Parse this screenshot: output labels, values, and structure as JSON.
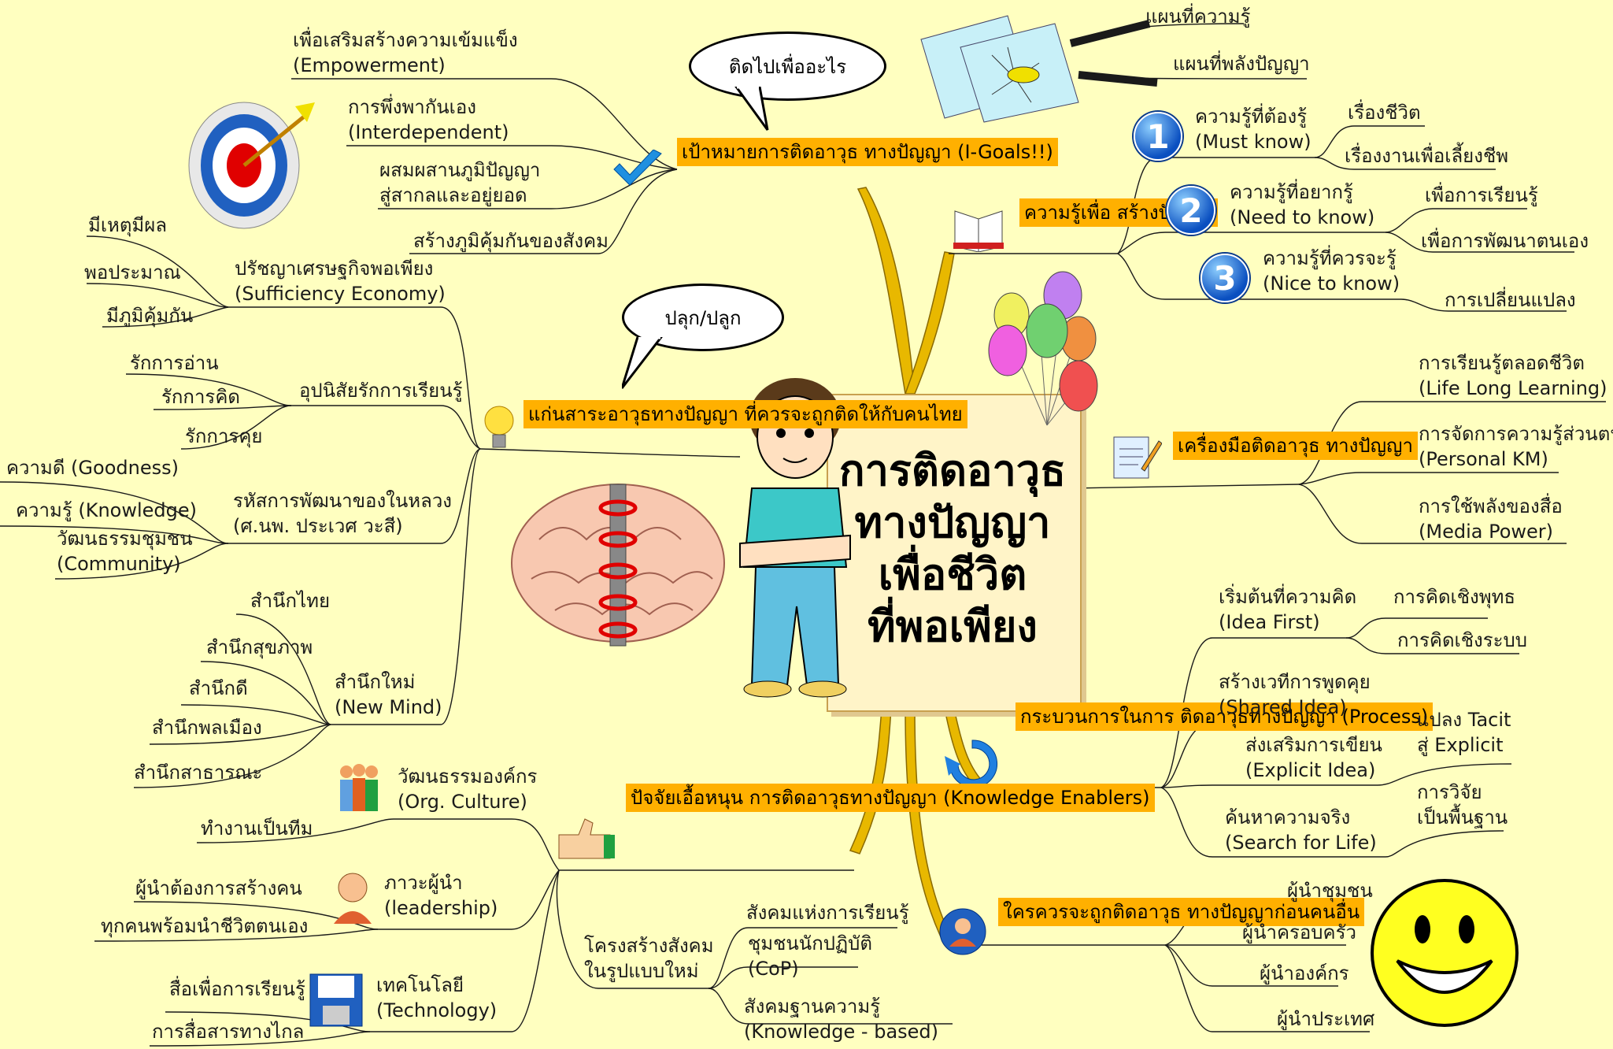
{
  "title": {
    "line1": "การติดอาวุธ",
    "line2": "ทางปัญญา",
    "line3": "เพื่อชีวิต",
    "line4": "ที่พอเพียง"
  },
  "bubbles": {
    "why": "ติดไปเพื่ออะไร",
    "wake": "ปลุก/ปลูก"
  },
  "goals": {
    "hub_line1": "เป้าหมายการติดอาวุธ",
    "hub_line2": "ทางปัญญา (I-Goals!!)",
    "items": [
      {
        "l1": "เพื่อเสริมสร้างความเข้มแข็ง",
        "l2": "(Empowerment)"
      },
      {
        "l1": "การพึ่งพากันเอง",
        "l2": "(Interdependent)"
      },
      {
        "l1": "ผสมผสานภูมิปัญญา",
        "l2": "สู่สากลและอยู่ยอด"
      },
      {
        "l1": "สร้างภูมิคุ้มกันของสังคม",
        "l2": ""
      }
    ]
  },
  "core": {
    "hub_line1": "แก่นสาระอาวุธทางปัญญา",
    "hub_line2": "ที่ควรจะถูกติดให้กับคนไทย",
    "sufficiency": {
      "l1": "ปรัชญาเศรษฐกิจพอเพียง",
      "l2": "(Sufficiency Economy)",
      "subs": [
        "มีเหตุมีผล",
        "พอประมาณ",
        "มีภูมิคุ้มกัน"
      ]
    },
    "learning": {
      "l1": "อุปนิสัยรักการเรียนรู้",
      "subs": [
        "รักการอ่าน",
        "รักการคิด",
        "รักการคุย"
      ]
    },
    "code": {
      "l1": "รหัสการพัฒนาของในหลวง",
      "l2": "(ศ.นพ. ประเวศ วะสี)",
      "subs": [
        "ความดี (Goodness)",
        "ความรู้ (Knowledge)",
        "วัฒนธรรมชุมชน",
        "(Community)"
      ]
    },
    "mind": {
      "l1": "สำนึกใหม่",
      "l2": "(New Mind)",
      "subs": [
        "สำนึกไทย",
        "สำนึกสุขภาพ",
        "สำนึกดี",
        "สำนึกพลเมือง",
        "สำนึกสาธารณะ"
      ]
    }
  },
  "enablers": {
    "hub_line1": "ปัจจัยเอื้อหนุน",
    "hub_line2": "การติดอาวุธทางปัญญา",
    "hub_line3": "(Knowledge Enablers)",
    "culture": {
      "l1": "วัฒนธรรมองค์กร",
      "l2": "(Org. Culture)",
      "subs": [
        "ทำงานเป็นทีม"
      ]
    },
    "leadership": {
      "l1": "ภาวะผู้นำ",
      "l2": "(leadership)",
      "subs": [
        "ผู้นำต้องการสร้างคน",
        "ทุกคนพร้อมนำชีวิตตนเอง"
      ]
    },
    "technology": {
      "l1": "เทคโนโลยี",
      "l2": "(Technology)",
      "subs": [
        "สื่อเพื่อการเรียนรู้",
        "การสื่อสารทางไกล"
      ]
    },
    "structure": {
      "l1": "โครงสร้างสังคม",
      "l2": "ในรูปแบบใหม่",
      "subs": [
        "สังคมแห่งการเรียนรู้",
        "ชุมชนนักปฏิบัติ",
        "(CoP)",
        "สังคมฐานความรู้",
        "(Knowledge - based)"
      ]
    }
  },
  "maps": {
    "items": [
      "แผนที่ความรู้",
      "แผนที่พลังปัญญา"
    ]
  },
  "knowledge": {
    "hub_line1": "ความรู้เพื่อ",
    "hub_line2": "สร้างปัญญา",
    "levels": [
      {
        "num": "1",
        "l1": "ความรู้ที่ต้องรู้",
        "l2": "(Must know)",
        "subs": [
          "เรื่องชีวิต",
          "เรื่องงานเพื่อเลี้ยงชีพ"
        ]
      },
      {
        "num": "2",
        "l1": "ความรู้ที่อยากรู้",
        "l2": "(Need to know)",
        "subs": [
          "เพื่อการเรียนรู้",
          "เพื่อการพัฒนาตนเอง"
        ]
      },
      {
        "num": "3",
        "l1": "ความรู้ที่ควรจะรู้",
        "l2": "(Nice to know)",
        "subs": [
          "การเปลี่ยนแปลง"
        ]
      }
    ]
  },
  "tools": {
    "hub_line1": "เครื่องมือติดอาวุธ",
    "hub_line2": "ทางปัญญา",
    "items": [
      {
        "l1": "การเรียนรู้ตลอดชีวิต",
        "l2": "(Life Long Learning)"
      },
      {
        "l1": "การจัดการความรู้ส่วนตน",
        "l2": "(Personal KM)"
      },
      {
        "l1": "การใช้พลังของสื่อ",
        "l2": "(Media Power)"
      }
    ]
  },
  "process": {
    "hub_line1": "กระบวนการในการ",
    "hub_line2": "ติดอาวุธทางปัญญา",
    "hub_line3": "(Process)",
    "items": [
      {
        "l1": "เริ่มต้นที่ความคิด",
        "l2": "(Idea First)",
        "subs": [
          "การคิดเชิงพุทธ",
          "การคิดเชิงระบบ"
        ]
      },
      {
        "l1": "สร้างเวทีการพูดคุย",
        "l2": "(Shared Idea)",
        "subs": []
      },
      {
        "l1": "ส่งเสริมการเขียน",
        "l2": "(Explicit Idea)",
        "subs": [
          "แปลง Tacit",
          "สู่ Explicit"
        ]
      },
      {
        "l1": "ค้นหาความจริง",
        "l2": "(Search for Life)",
        "subs": [
          "การวิจัย",
          "เป็นพื้นฐาน"
        ]
      }
    ]
  },
  "who": {
    "hub_line1": "ใครควรจะถูกติดอาวุธ",
    "hub_line2": "ทางปัญญาก่อนคนอื่น",
    "items": [
      "ผู้นำชุมชน",
      "ผู้นำครอบครัว",
      "ผู้นำองค์กร",
      "ผู้นำประเทศ"
    ]
  },
  "colors": {
    "background": "#FFFFC0",
    "hub": "#FFB000",
    "branch": "#E8B800",
    "line": "#1a1a1a"
  }
}
